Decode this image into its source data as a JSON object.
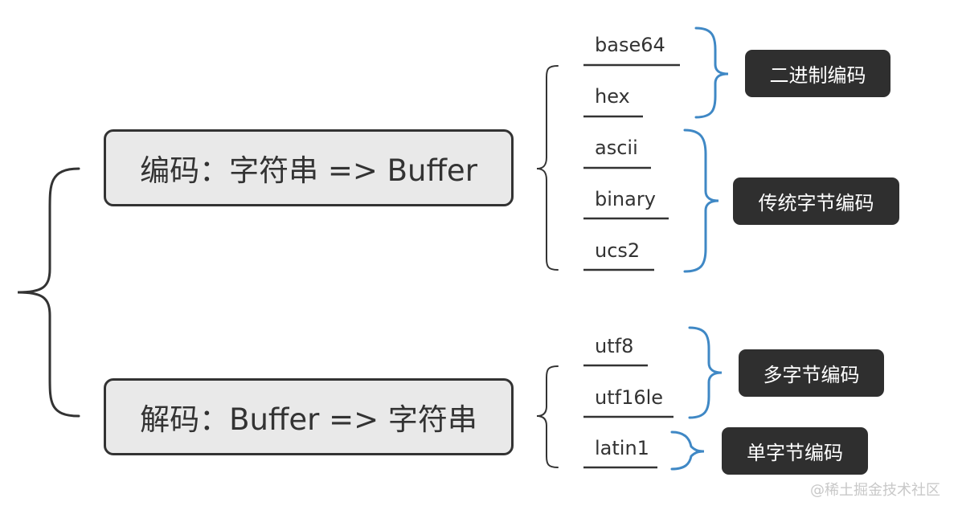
{
  "encode": {
    "label": "编码：字符串 => Buffer"
  },
  "decode": {
    "label": "解码：Buffer => 字符串"
  },
  "encodings": {
    "base64": "base64",
    "hex": "hex",
    "ascii": "ascii",
    "binary": "binary",
    "ucs2": "ucs2",
    "utf8": "utf8",
    "utf16le": "utf16le",
    "latin1": "latin1"
  },
  "categories": {
    "binary_encoding": "二进制编码",
    "legacy_byte_encoding": "传统字节编码",
    "multi_byte_encoding": "多字节编码",
    "single_byte_encoding": "单字节编码"
  },
  "watermark": "@稀土掘金技术社区",
  "colors": {
    "line": "#333333",
    "box_fill": "#e9e9e9",
    "bracket_blue": "#3f88c5",
    "tag_fill": "#2f2f2f"
  }
}
